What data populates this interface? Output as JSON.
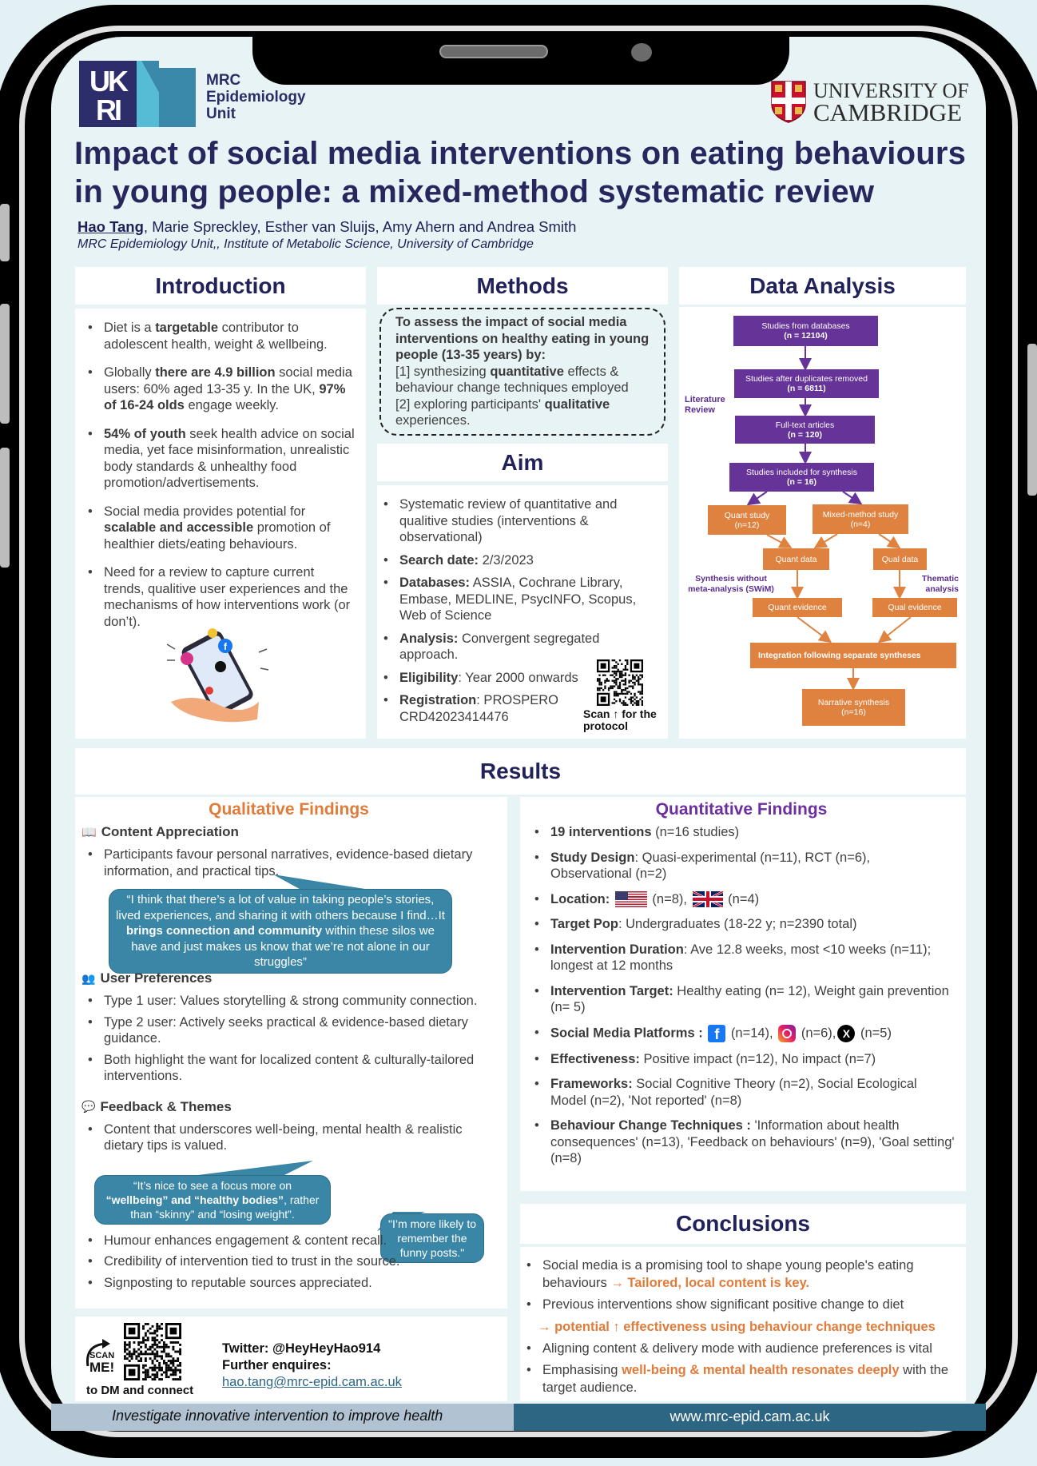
{
  "header": {
    "org_logo": {
      "lines": [
        "MRC",
        "Epidemiology",
        "Unit"
      ],
      "mark": "UKRI"
    },
    "university": {
      "line1": "UNIVERSITY OF",
      "line2": "CAMBRIDGE"
    },
    "title": "Impact of social media interventions on eating behaviours in young people: a mixed-method systematic review",
    "lead_author": "Hao Tang",
    "other_authors": ", Marie Spreckley, Esther van Sluijs, Amy Ahern and Andrea Smith",
    "affiliation": "MRC Epidemiology Unit,, Institute of Metabolic Science, University of Cambridge"
  },
  "introduction": {
    "heading": "Introduction",
    "items": [
      [
        "Diet is a ",
        {
          "b": "targetable"
        },
        " contributor to adolescent health, weight & wellbeing."
      ],
      [
        "Globally ",
        {
          "b": "there are 4.9 billion"
        },
        " social media users: 60% aged 13-35 y. In the UK, ",
        {
          "b": "97% of 16-24 olds"
        },
        " engage weekly."
      ],
      [
        {
          "b": "54% of youth"
        },
        " seek health advice on social media, yet face misinformation, unrealistic body standards & unhealthy food promotion/advertisements."
      ],
      [
        "Social media provides potential for ",
        {
          "b": "scalable and accessible"
        },
        " promotion of healthier diets/eating behaviours."
      ],
      [
        "Need for a review to capture current trends, qualitive user experiences and the mechanisms of how interventions work (or don’t)."
      ]
    ]
  },
  "methods": {
    "heading": "Methods",
    "objective": [
      {
        "b": "To assess the impact of social media interventions on healthy eating in young people (13-35 years) by:"
      },
      {
        "br": true
      },
      "[1] synthesizing ",
      {
        "b": "quantitative"
      },
      " effects & behaviour change techniques employed",
      {
        "br": true
      },
      "[2] exploring participants' ",
      {
        "b": "qualitative"
      },
      " experiences."
    ]
  },
  "aim": {
    "heading": "Aim",
    "items": [
      [
        "Systematic review of quantitative and qualitive studies (interventions & observational)"
      ],
      [
        {
          "b": "Search date:"
        },
        " 2/3/2023"
      ],
      [
        {
          "b": "Databases:"
        },
        " ASSIA, Cochrane Library, Embase, MEDLINE, PsycINFO, Scopus, Web of Science"
      ],
      [
        {
          "b": "Analysis:"
        },
        " Convergent segregated approach."
      ],
      [
        {
          "b": "Eligibility"
        },
        ": Year 2000 onwards"
      ],
      [
        {
          "b": "Registration"
        },
        ": PROSPERO CRD42023414476"
      ]
    ],
    "qr_caption": "Scan ↑ for the protocol"
  },
  "data_analysis": {
    "heading": "Data Analysis",
    "label_literature": "Literature Review",
    "label_swim": "Synthesis without meta-analysis (SWiM)",
    "label_thematic": "Thematic analysis",
    "boxes": {
      "databases": {
        "label": "Studies from databases",
        "n": "(n = 12104)"
      },
      "dedup": {
        "label": "Studies after duplicates removed",
        "n": "(n = 6811)"
      },
      "fulltext": {
        "label": "Full-text articles",
        "n": "(n = 120)"
      },
      "included": {
        "label": "Studies included for synthesis",
        "n": "(n = 16)"
      },
      "quant_study": {
        "label": "Quant study",
        "n": "(n=12)"
      },
      "mixed": {
        "label": "Mixed-method study",
        "n": "(n=4)"
      },
      "quant_data": {
        "label": "Quant data"
      },
      "qual_data": {
        "label": "Qual data"
      },
      "quant_evidence": {
        "label": "Quant evidence"
      },
      "qual_evidence": {
        "label": "Qual evidence"
      },
      "integration": {
        "label": "Integration following separate syntheses"
      },
      "narrative": {
        "label": "Narrative synthesis",
        "n": "(n=16)"
      }
    }
  },
  "results": {
    "heading": "Results",
    "qualitative": {
      "heading": "Qualitative Findings",
      "color": "#e07b39",
      "content_appreciation": {
        "heading": "Content Appreciation",
        "items": [
          [
            "Participants favour personal narratives, evidence-based dietary information, and practical tips."
          ]
        ],
        "quote": [
          "“I think that there’s a lot of value in taking people’s stories, lived experiences, and sharing it with others because I find…It ",
          {
            "b": "brings connection and community"
          },
          " within these silos we have and just makes us know that we’re not alone in our struggles”"
        ]
      },
      "user_preferences": {
        "heading": "User Preferences",
        "items": [
          [
            "Type 1 user: Values storytelling & strong community connection."
          ],
          [
            "Type 2 user: Actively seeks practical & evidence-based dietary guidance."
          ],
          [
            "Both highlight the want for localized content & culturally-tailored interventions."
          ]
        ]
      },
      "feedback": {
        "heading": "Feedback & Themes",
        "items": [
          [
            "Content that underscores well-being, mental health & realistic dietary tips is valued."
          ]
        ],
        "quote1": [
          "“It’s nice to see a focus more on ",
          {
            "b": "“wellbeing” and “healthy bodies”"
          },
          ", rather than “skinny” and “losing weight”."
        ],
        "quote2": [
          "\"I’m more likely to remember the funny posts.\""
        ],
        "items2": [
          [
            "Humour enhances engagement & content recall."
          ],
          [
            "Credibility of intervention tied to trust in the source."
          ],
          [
            "Signposting to reputable sources appreciated."
          ]
        ]
      }
    },
    "quantitative": {
      "heading": "Quantitative Findings",
      "color": "#6b2fa0",
      "items": [
        [
          {
            "b": "19 interventions"
          },
          " (n=16 studies)"
        ],
        [
          {
            "b": "Study Design"
          },
          ": Quasi-experimental (n=11), RCT (n=6), Observational (n=2)"
        ],
        [
          {
            "b": "Location:"
          },
          " ",
          {
            "icon": "us-flag"
          },
          " (n=8), ",
          {
            "icon": "uk-flag"
          },
          " (n=4)"
        ],
        [
          {
            "b": "Target Pop"
          },
          ": Undergraduates (18-22 y; n=2390 total)"
        ],
        [
          {
            "b": "Intervention Duration"
          },
          ": Ave 12.8 weeks, most <10 weeks (n=11); longest at 12 months"
        ],
        [
          {
            "b": "Intervention Target:"
          },
          " Healthy eating (n= 12), Weight gain prevention (n= 5)"
        ],
        [
          {
            "b": "Social Media Platforms :"
          },
          " ",
          {
            "icon": "facebook"
          },
          " (n=14), ",
          {
            "icon": "instagram"
          },
          " (n=6),",
          {
            "icon": "x"
          },
          " (n=5)"
        ],
        [
          {
            "b": "Effectiveness:"
          },
          " Positive impact (n=12), No impact (n=7)"
        ],
        [
          {
            "b": "Frameworks:"
          },
          " Social Cognitive Theory (n=2), Social Ecological Model (n=2), 'Not reported' (n=8)"
        ],
        [
          {
            "b": "Behaviour Change Techniques :"
          },
          " 'Information about health consequences' (n=13), 'Feedback on behaviours' (n=9), 'Goal setting' (n=8)"
        ]
      ]
    }
  },
  "conclusions": {
    "heading": "Conclusions",
    "items": [
      [
        "Social media is a promising tool to shape young people's eating behaviours ",
        {
          "o": "→ Tailored, local content is key."
        }
      ],
      [
        "Previous interventions show significant positive change to diet",
        {
          "o": "→ potential ↑ effectiveness using behaviour change techniques",
          "block": true
        }
      ],
      [
        "Aligning content & delivery mode with audience preferences is vital"
      ],
      [
        "Emphasising ",
        {
          "o": "well-being & mental health resonates deeply"
        },
        " with the target audience."
      ]
    ]
  },
  "contact": {
    "scan_label_1": "SCAN",
    "scan_label_2": "ME!",
    "scan_caption": "to DM and connect",
    "twitter": "Twitter: @HeyHeyHao914",
    "enquiries_label": "Further enquires:",
    "email": "hao.tang@mrc-epid.cam.ac.uk"
  },
  "footer": {
    "tagline": "Investigate innovative intervention to improve health",
    "website": "www.mrc-epid.cam.ac.uk"
  },
  "colors": {
    "navy": "#27275e",
    "purple": "#663399",
    "orange": "#e0823f",
    "quote": "#3a86a6",
    "footer": "#2d6682"
  }
}
